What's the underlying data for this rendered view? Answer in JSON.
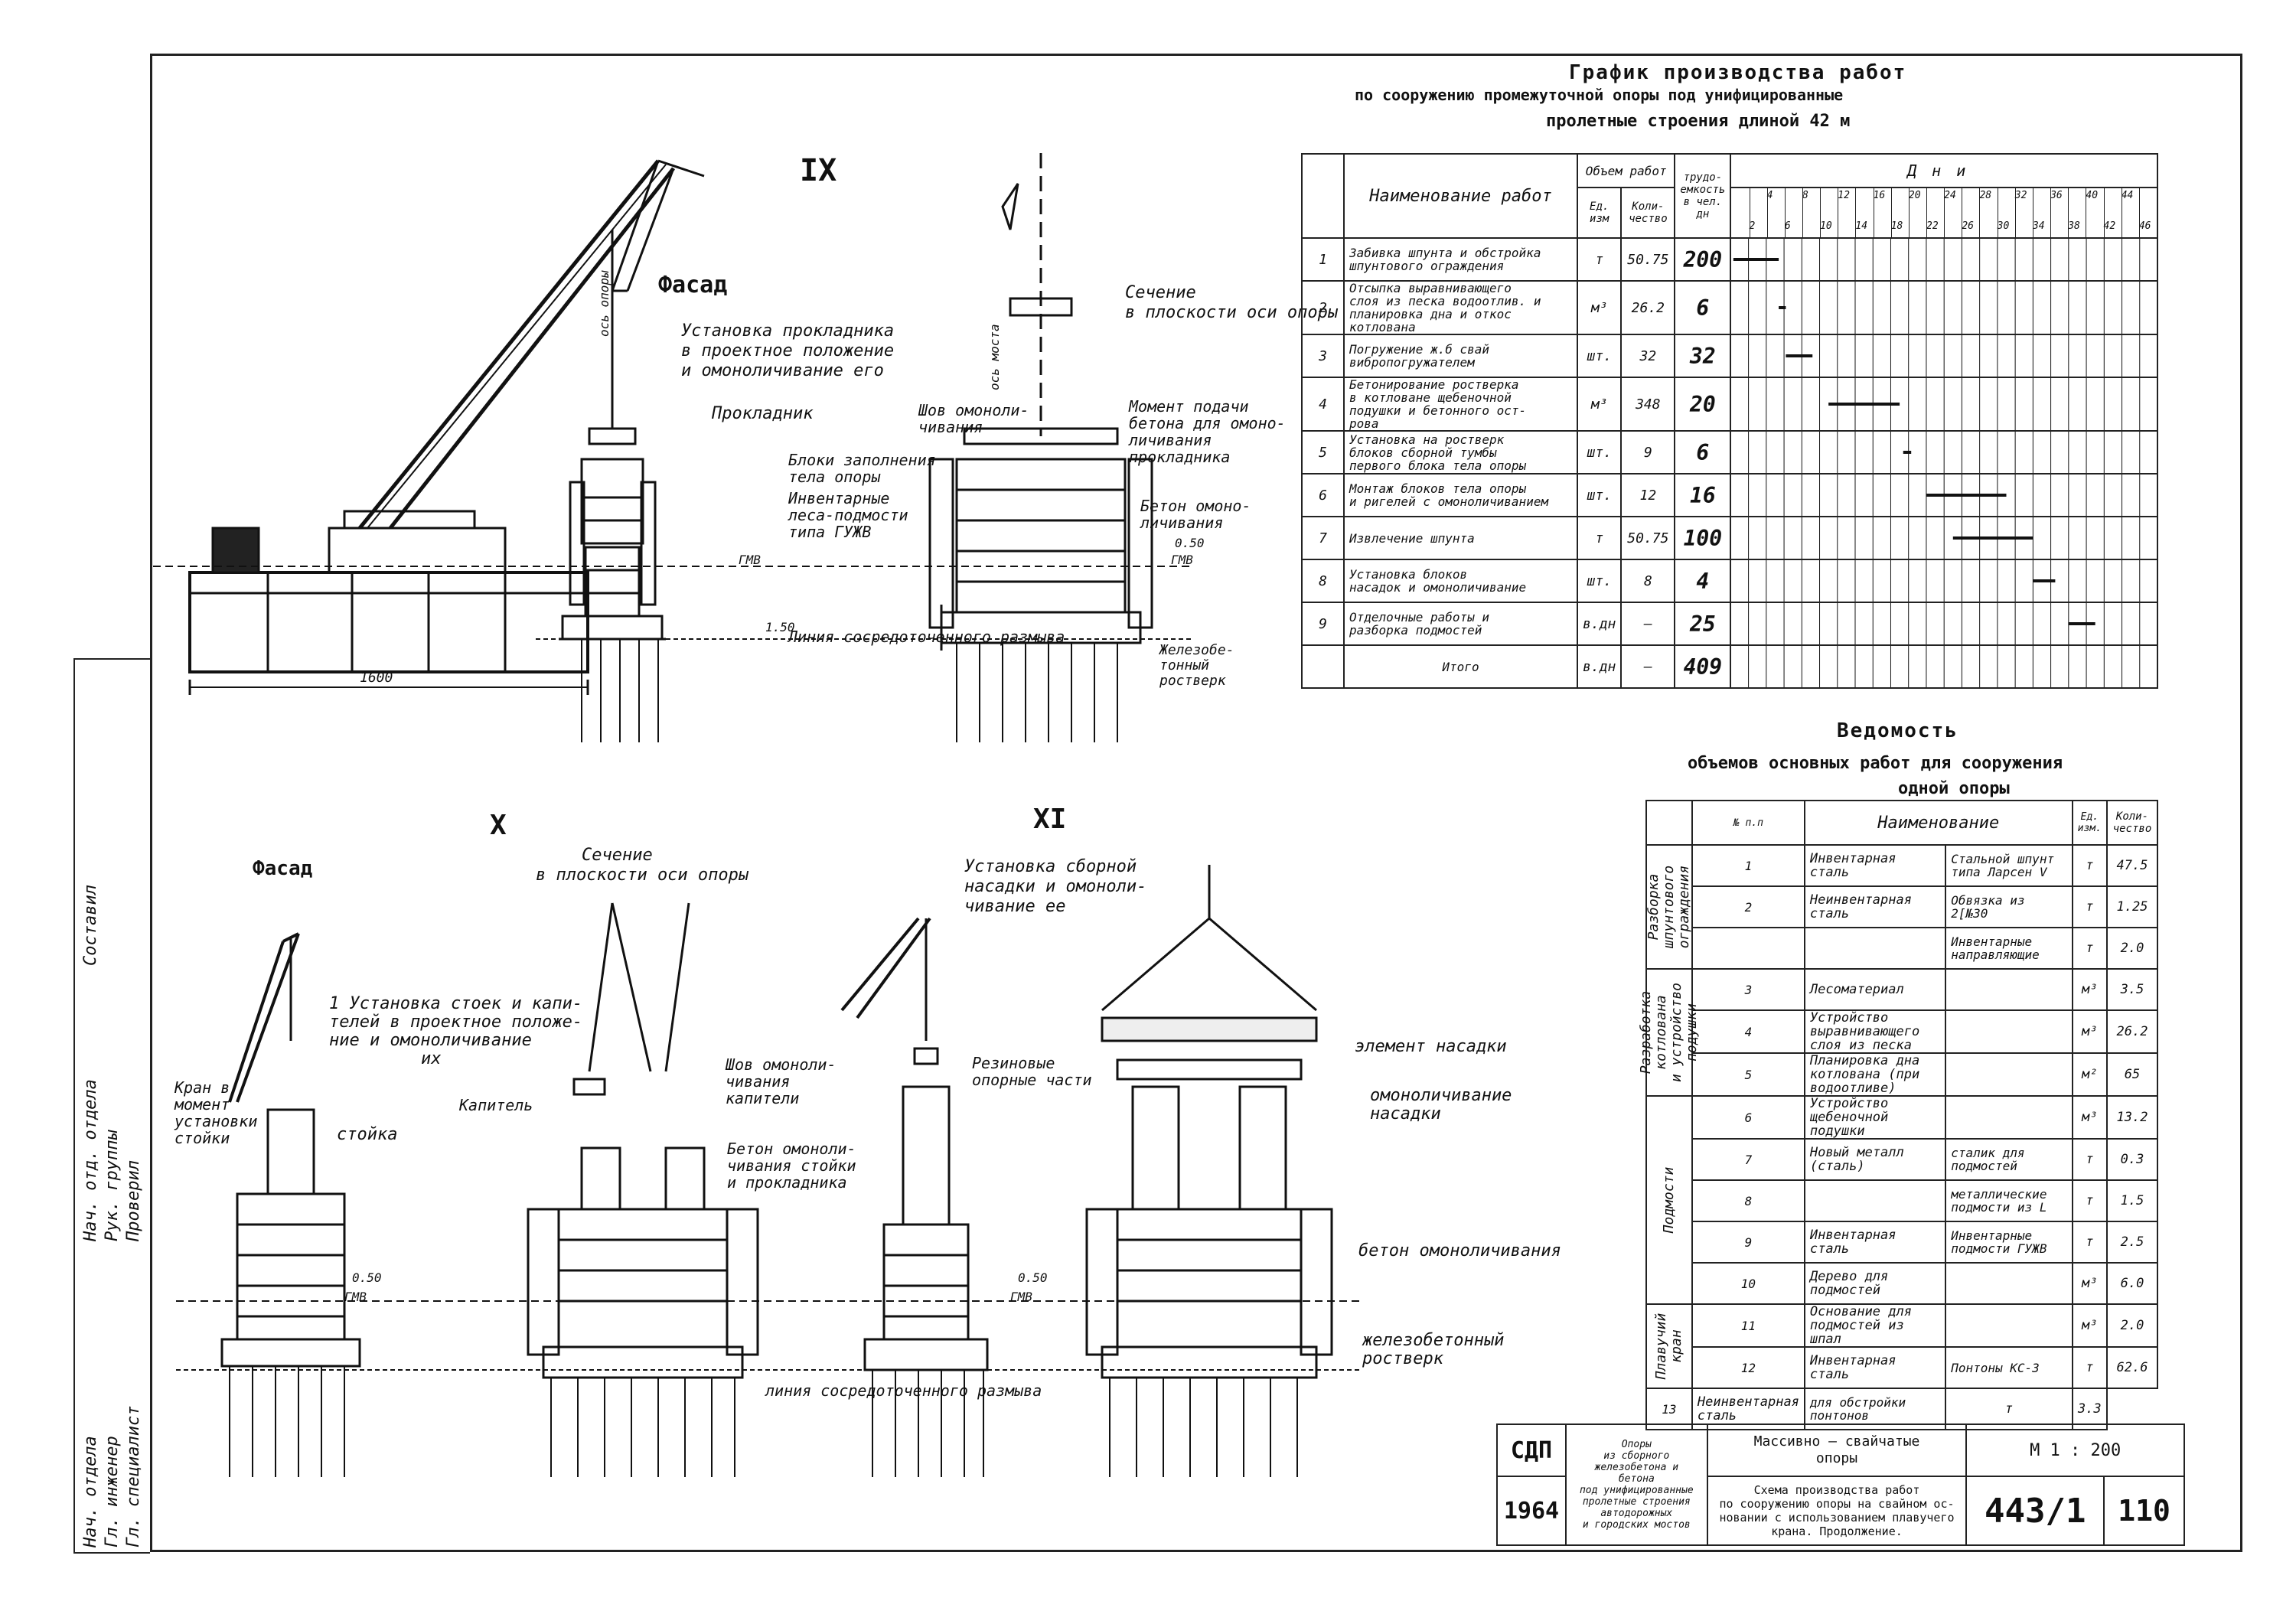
{
  "views": {
    "ix": {
      "numeral": "IX",
      "facade": "Фасад",
      "install_note": [
        "Установка прокладника",
        "в проектное положение",
        "и омоноличивание его"
      ],
      "section": [
        "Сечение",
        "в плоскости оси опоры"
      ],
      "labels": {
        "prokladnik": "Прокладник",
        "blocks": [
          "Блоки заполнения",
          "тела опоры"
        ],
        "shov": [
          "Шов омоноли-",
          "чивания"
        ],
        "lesa": [
          "Инвентарные",
          "леса-подмости",
          "типа ГУЖВ"
        ],
        "moment": [
          "Момент подачи",
          "бетона для омоно-",
          "личивания",
          "прокладника"
        ],
        "beton": [
          "Бетон омоно-",
          "личивания"
        ],
        "liniya": "Линия сосредоточенного размыва",
        "rostverk": [
          "Железобе-",
          "тонный",
          "ростверк"
        ],
        "gmv": "ГМВ",
        "elev1": "0.50",
        "elev2": "1.50",
        "dim": "1600",
        "vert1": "ось опоры",
        "vert2": "ось моста"
      }
    },
    "x": {
      "numeral": "X",
      "facade": "Фасад",
      "section": [
        "Сечение",
        "в плоскости оси опоры"
      ],
      "install_note": [
        "1 Установка стоек и капи-",
        "телей в проектное положе-",
        "ние и омоноличивание",
        "их"
      ],
      "crane": [
        "Кран в",
        "момент",
        "установки",
        "стойки"
      ],
      "stoika": "стойка",
      "kapitel": "Капитель",
      "shov": [
        "Шов омоноли-",
        "чивания",
        "капители"
      ],
      "beton": [
        "Бетон омоноли-",
        "чивания стойки",
        "и прокладника"
      ],
      "gmv": "ГМВ",
      "elev": "0.50"
    },
    "xi": {
      "numeral": "XI",
      "install_note": [
        "Установка сборной",
        "насадки и омоноли-",
        "чивание ее"
      ],
      "rezina": [
        "Резиновые",
        "опорные части"
      ],
      "element": "элемент насадки",
      "omon": [
        "омоноличивание",
        "насадки"
      ],
      "beton": "бетон омоноличивания",
      "rostverk": [
        "железобетонный",
        "ростверк"
      ],
      "liniya": "линия сосредоточенного размыва",
      "gmv": "ГМВ",
      "elev": "0.50"
    }
  },
  "schedule": {
    "title": [
      "График производства работ",
      "по сооружению промежуточной опоры под унифицированные",
      "пролетные строения длиной 42 м"
    ],
    "headers": {
      "name": "Наименование работ",
      "volume": "Объем работ",
      "unit": "Ед. изм",
      "qty": "Коли-чество",
      "labor": "трудо-емкость в чел. дн",
      "days": "Дни"
    },
    "day_ticks_top": [
      "4",
      "8",
      "12",
      "16",
      "20",
      "24",
      "28",
      "32",
      "36",
      "40",
      "44"
    ],
    "day_ticks_bottom": [
      "2",
      "6",
      "10",
      "14",
      "18",
      "22",
      "26",
      "30",
      "34",
      "38",
      "42",
      "46"
    ],
    "rows": [
      {
        "n": "1",
        "name": [
          "Забивка шпунта и обстройка",
          "шпунтового ограждения"
        ],
        "unit": "т",
        "qty": "50.75",
        "labor": "200",
        "bar": [
          0.3,
          5.4
        ]
      },
      {
        "n": "2",
        "name": [
          "Отсыпка выравнивающего",
          "слоя из песка водоотлив. и",
          "планировка дна и откос",
          "котлована"
        ],
        "unit": "м³",
        "qty": "26.2",
        "labor": "6",
        "bar": [
          5.4,
          6.2
        ]
      },
      {
        "n": "3",
        "name": [
          "Погружение ж.б свай",
          "вибропогружателем"
        ],
        "unit": "шт.",
        "qty": "32",
        "labor": "32",
        "bar": [
          6.2,
          9.2
        ]
      },
      {
        "n": "4",
        "name": [
          "Бетонирование ростверка",
          "в котловане щебеночной",
          "подушки и бетонного ост-",
          "рова"
        ],
        "unit": "м³",
        "qty": "348",
        "labor": "20",
        "bar": [
          11.0,
          19.0
        ]
      },
      {
        "n": "5",
        "name": [
          "Установка на ростверк",
          "блоков сборной тумбы",
          "первого блока тела опоры"
        ],
        "unit": "шт.",
        "qty": "9",
        "labor": "6",
        "bar": [
          19.4,
          20.3
        ]
      },
      {
        "n": "6",
        "name": [
          "Монтаж блоков тела опоры",
          "и ригелей с омоноличиванием"
        ],
        "unit": "шт.",
        "qty": "12",
        "labor": "16",
        "bar": [
          22.0,
          31.0
        ]
      },
      {
        "n": "7",
        "name": [
          "Извлечение шпунта"
        ],
        "unit": "т",
        "qty": "50.75",
        "labor": "100",
        "bar": [
          25.0,
          34.0
        ]
      },
      {
        "n": "8",
        "name": [
          "Установка блоков",
          "насадок и омоноличивание"
        ],
        "unit": "шт.",
        "qty": "8",
        "labor": "4",
        "bar": [
          34.0,
          36.5
        ]
      },
      {
        "n": "9",
        "name": [
          "Отделочные работы и",
          "разборка подмостей"
        ],
        "unit": "в.дн",
        "qty": "—",
        "labor": "25",
        "bar": [
          38.0,
          41.0
        ]
      },
      {
        "n": "",
        "name": [
          "Итого"
        ],
        "unit": "в.дн",
        "qty": "—",
        "labor": "409",
        "bar": null
      }
    ]
  },
  "statement": {
    "title": [
      "Ведомость",
      "объемов основных работ для сооружения",
      "одной опоры"
    ],
    "headers": {
      "n": "№ п.п",
      "name": "Наименование",
      "unit": "Ед. изм.",
      "qty": "Коли-чество"
    },
    "groups": [
      {
        "label": [
          "Разборка",
          "шпунтового",
          "ограждения"
        ],
        "rows": [
          0,
          1,
          2
        ]
      },
      {
        "label": [
          "Разработка",
          "котлована",
          "и устройство",
          "подушки"
        ],
        "rows": [
          3,
          4,
          5
        ]
      },
      {
        "label": [
          "Подмости"
        ],
        "rows": [
          6,
          7,
          8,
          9,
          10
        ]
      },
      {
        "label": [
          "Плавучий",
          "кран"
        ],
        "rows": [
          11,
          12
        ]
      }
    ],
    "rows": [
      {
        "n": "1",
        "name": "Инвентарная сталь",
        "detail": "Стальной шпунт типа Ларсен V",
        "unit": "т",
        "qty": "47.5"
      },
      {
        "n": "2",
        "name": "Неинвентарная сталь",
        "detail": "Обвязка из 2[№30",
        "unit": "т",
        "qty": "1.25"
      },
      {
        "n": "",
        "name": "",
        "detail": "Инвентарные направляющие",
        "unit": "т",
        "qty": "2.0"
      },
      {
        "n": "3",
        "name": "Лесоматериал",
        "detail": "",
        "unit": "м³",
        "qty": "3.5"
      },
      {
        "n": "4",
        "name": "Устройство выравнивающего слоя из песка",
        "detail": "",
        "unit": "м³",
        "qty": "26.2"
      },
      {
        "n": "5",
        "name": "Планировка дна котлована (при водоотливе)",
        "detail": "",
        "unit": "м²",
        "qty": "65"
      },
      {
        "n": "6",
        "name": "Устройство щебеночной подушки",
        "detail": "",
        "unit": "м³",
        "qty": "13.2"
      },
      {
        "n": "7",
        "name": "Новый металл (сталь)",
        "detail": "сталик для подмостей",
        "unit": "т",
        "qty": "0.3"
      },
      {
        "n": "8",
        "name": "",
        "detail": "металлические подмости из L",
        "unit": "т",
        "qty": "1.5"
      },
      {
        "n": "9",
        "name": "Инвентарная сталь",
        "detail": "Инвентарные подмости ГУЖВ",
        "unit": "т",
        "qty": "2.5"
      },
      {
        "n": "10",
        "name": "Дерево для подмостей",
        "detail": "",
        "unit": "м³",
        "qty": "6.0"
      },
      {
        "n": "11",
        "name": "Основание для подмостей из шпал",
        "detail": "",
        "unit": "м³",
        "qty": "2.0"
      },
      {
        "n": "12",
        "name": "Инвентарная сталь",
        "detail": "Понтоны КС-3",
        "unit": "т",
        "qty": "62.6"
      },
      {
        "n": "13",
        "name": "Неинвентарная сталь",
        "detail": "для обстройки понтонов",
        "unit": "т",
        "qty": "3.3"
      }
    ]
  },
  "title_block": {
    "org": "СДП",
    "year": "1964",
    "series": [
      "Опоры",
      "из сборного",
      "железобетона и",
      "бетона",
      "под унифицированные",
      "пролетные строения",
      "автодорожных",
      "и городских мостов"
    ],
    "type": [
      "Массивно — свайчатые",
      "опоры"
    ],
    "description": [
      "Схема производства работ",
      "по сооружению опоры на свайном ос-",
      "новании с использованием плавучего",
      "крана. Продолжение."
    ],
    "scale": "М 1 : 200",
    "drawing_no": "443/1",
    "sheet_no": "110"
  },
  "side_stamp": {
    "rows": [
      "Нач. отдела",
      "Гл. инженер",
      "Гл. специалист",
      "Нач. отд. отдела",
      "Рук. группы",
      "Проверил",
      "Составил"
    ]
  }
}
